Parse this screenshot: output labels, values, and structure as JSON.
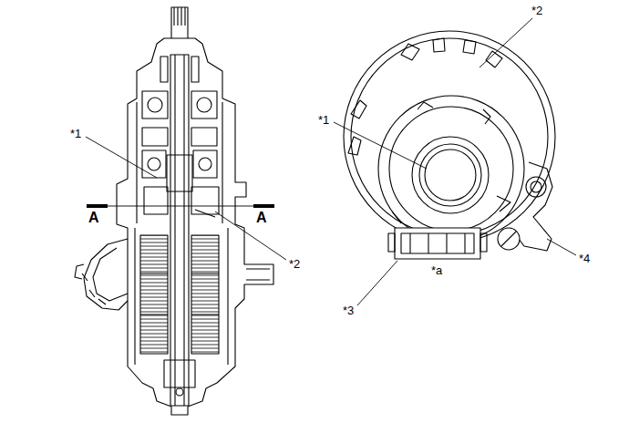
{
  "diagram": {
    "labels": [
      "*1",
      "*2",
      "*1",
      "A",
      "A",
      "*2",
      "*4",
      "*a",
      "*3"
    ]
  }
}
